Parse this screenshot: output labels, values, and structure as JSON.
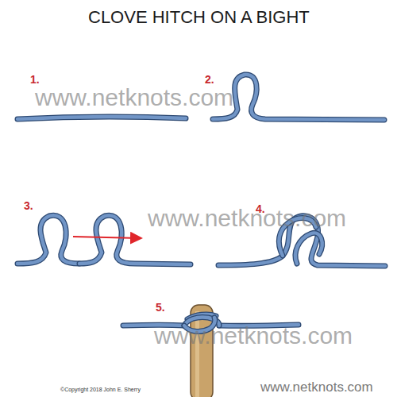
{
  "diagram": {
    "title": "CLOVE HITCH ON A BIGHT",
    "labels": [
      "1.",
      "2.",
      "3.",
      "4.",
      "5.",
      "www.netknots.com",
      "www.netknots.com",
      "www.netknots.com",
      "www.netknots.com",
      "©Copyright 2018 John E. Sherry"
    ]
  }
}
